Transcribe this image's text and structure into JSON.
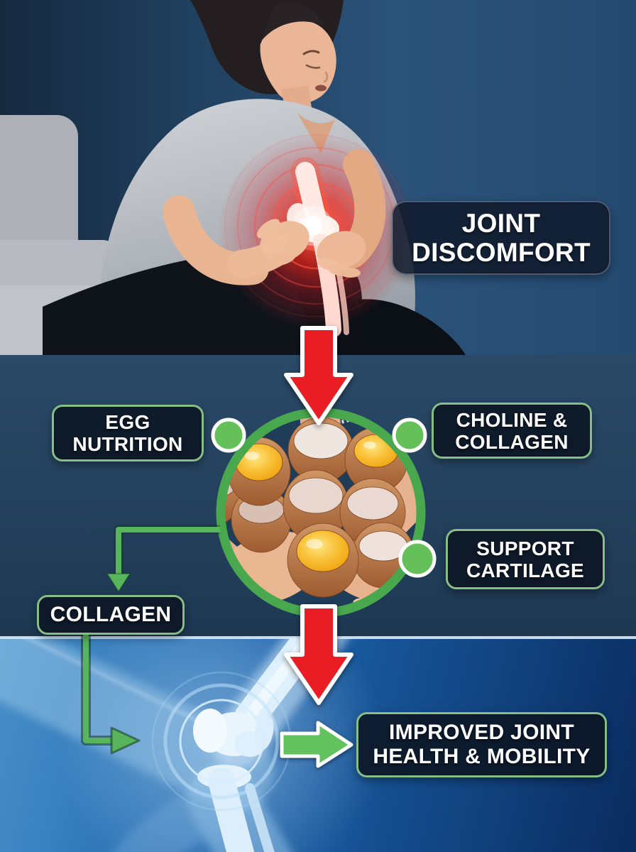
{
  "labels": {
    "joint_discomfort": {
      "line1": "JOINT",
      "line2": "DISCOMFORT"
    },
    "egg_nutrition": {
      "line1": "EGG",
      "line2": "NUTRITION"
    },
    "choline_collagen": {
      "line1": "CHOLINE &",
      "line2": "COLLAGEN"
    },
    "support_cartilage": {
      "line1": "SUPPORT",
      "line2": "CARTILAGE"
    },
    "collagen": {
      "line1": "COLLAGEN"
    },
    "improved_joint_health": {
      "line1": "IMPROVED JOINT",
      "line2": "HEALTH & MOBILITY"
    }
  },
  "colors": {
    "accent_green": "#58b55c",
    "label_border_green": "#85bf87",
    "dot_green": "#66c05a",
    "ring_green": "#49a84e",
    "arrow_red": "#ea1d25",
    "label_panel_navy": "#0c1625",
    "top_background": "#2b5279",
    "middle_background": "#22405e",
    "bottom_background": "#1b61a9",
    "divider_light": "#d7e7f4",
    "text_white": "#ffffff",
    "pain_glow_red": "#ff3a2a",
    "xray_bone_blue": "#e8f5fd",
    "egg_shell_brown": "#b06a3e",
    "egg_yolk_orange": "#f2a50a"
  },
  "icons": {
    "down_arrows": "red-block-arrow-down",
    "flow_connectors": "green-elbow-arrow",
    "result_arrow": "green-block-arrow-right",
    "bullet_dots": "green-circle-dot"
  }
}
